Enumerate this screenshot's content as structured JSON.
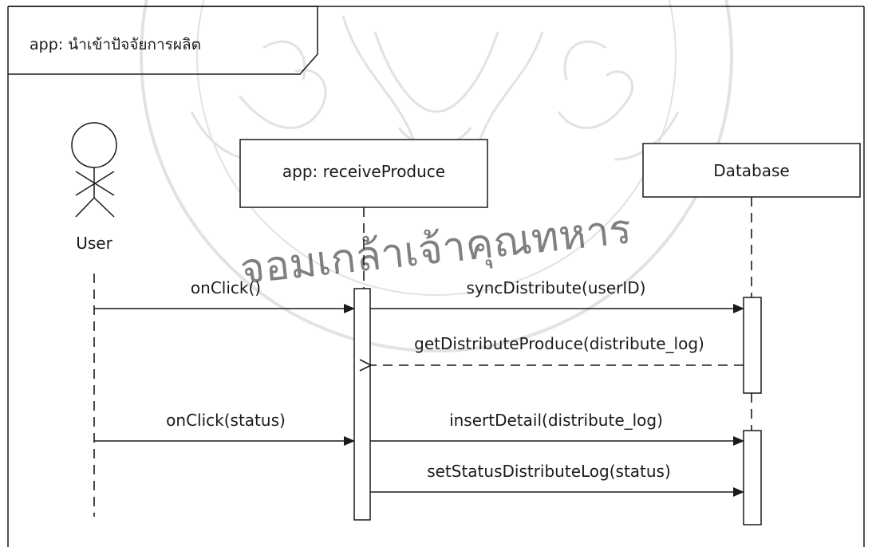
{
  "frame": {
    "title": "app: นำเข้าปัจจัยการผลิต"
  },
  "actor": {
    "name": "User",
    "icon": "stick-figure-icon"
  },
  "lifelines": [
    {
      "id": "receive",
      "label": "app: receiveProduce"
    },
    {
      "id": "db",
      "label": "Database"
    }
  ],
  "messages": [
    {
      "id": "msg1",
      "label": "onClick()",
      "kind": "sync"
    },
    {
      "id": "msg2",
      "label": "syncDistribute(userID)",
      "kind": "sync"
    },
    {
      "id": "msg3",
      "label": "getDistributeProduce(distribute_log)",
      "kind": "return"
    },
    {
      "id": "msg4",
      "label": "onClick(status)",
      "kind": "sync"
    },
    {
      "id": "msg5",
      "label": "insertDetail(distribute_log)",
      "kind": "sync"
    },
    {
      "id": "msg6",
      "label": "setStatusDistributeLog(status)",
      "kind": "sync"
    }
  ],
  "watermark": {
    "text": "จอมเกล้าเจ้าคุณทหาร",
    "color": "#9a9a9a"
  },
  "colors": {
    "line": "#1a1a1a",
    "background": "#ffffff"
  }
}
